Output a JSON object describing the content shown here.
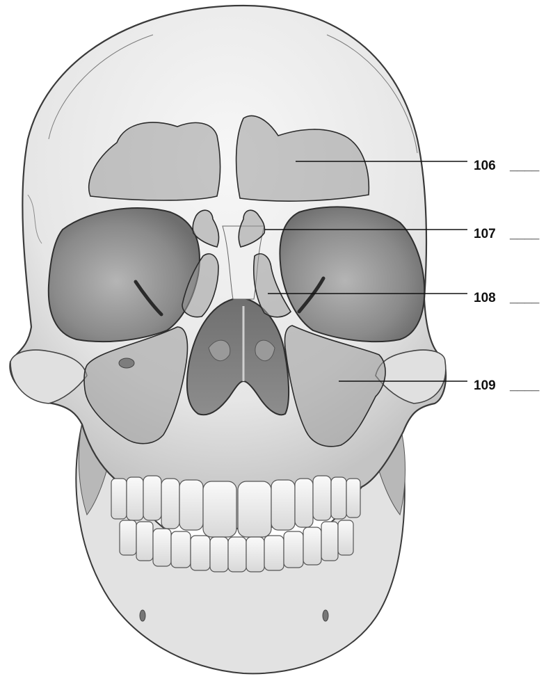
{
  "labels": [
    {
      "number": "106",
      "blank": "____"
    },
    {
      "number": "107",
      "blank": "____"
    },
    {
      "number": "108",
      "blank": "____"
    },
    {
      "number": "109",
      "blank": "____"
    }
  ],
  "colors": {
    "bone": "#ebebeb",
    "bone_shadow": "#c9c9c9",
    "outline": "#3a3a3a",
    "sinus_fill": "#9b9b9b",
    "orbit": "#8f8f8f",
    "label_text": "#111111"
  }
}
